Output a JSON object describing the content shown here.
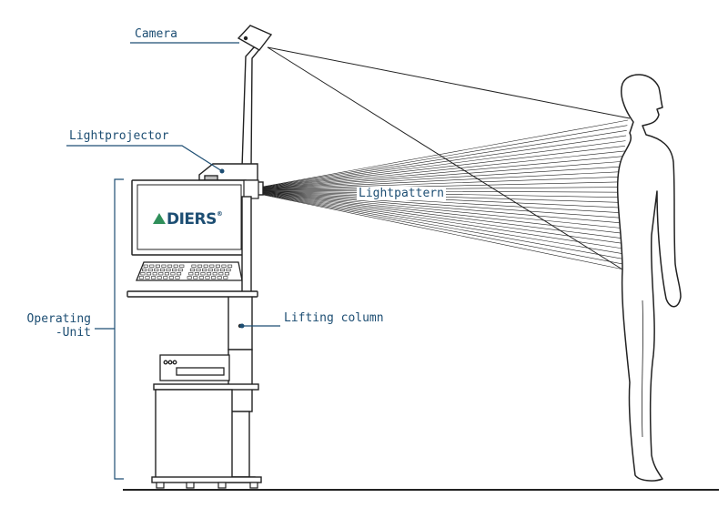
{
  "labels": {
    "camera": "Camera",
    "lightprojector": "Lightprojector",
    "lightpattern": "Lightpattern",
    "lifting_column": "Lifting column",
    "operating_unit_line1": "Operating",
    "operating_unit_line2": "-Unit"
  },
  "logo": {
    "text": "DIERS",
    "mark": "®"
  },
  "colors": {
    "label_text": "#1d4e73",
    "leader_line": "#1d4e73",
    "drawing_stroke": "#222222",
    "logo_accent": "#2f8f5a"
  }
}
